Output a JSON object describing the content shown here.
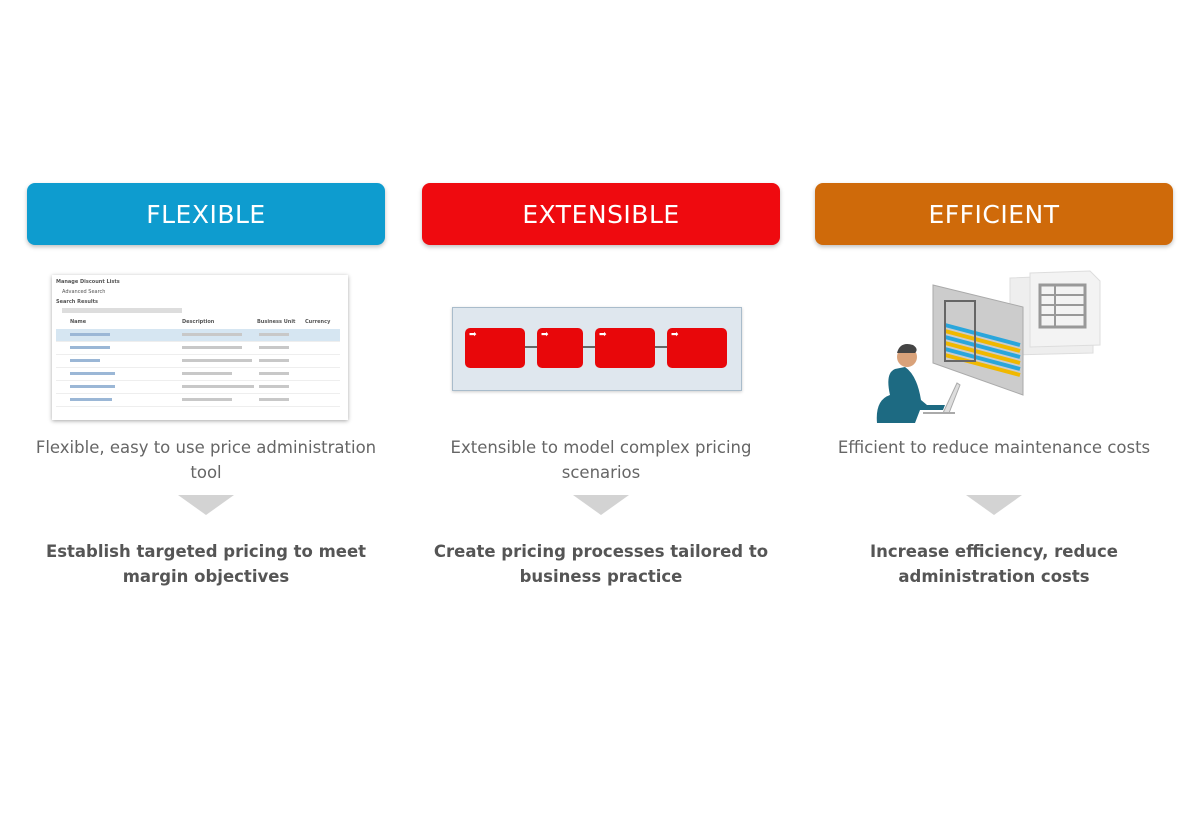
{
  "columns": [
    {
      "title": "FLEXIBLE",
      "color": "#0e9ccf",
      "description": "Flexible, easy to use price administration tool",
      "result": "Establish targeted pricing to meet margin objectives",
      "screenshot": {
        "title": "Manage Discount Lists",
        "section": "Advanced Search",
        "results": "Search Results",
        "headers": [
          "Name",
          "Description",
          "Business Unit",
          "Currency"
        ]
      }
    },
    {
      "title": "EXTENSIBLE",
      "color": "#ef0a0f",
      "description": "Extensible to model complex pricing scenarios",
      "result": "Create pricing processes tailored to business practice"
    },
    {
      "title": "EFFICIENT",
      "color": "#cf6a0a",
      "description": "Efficient to reduce maintenance costs",
      "result": "Increase efficiency, reduce administration costs"
    }
  ],
  "icons": [
    "process-step-icon",
    "person-at-laptop-icon",
    "spreadsheet-icon"
  ]
}
